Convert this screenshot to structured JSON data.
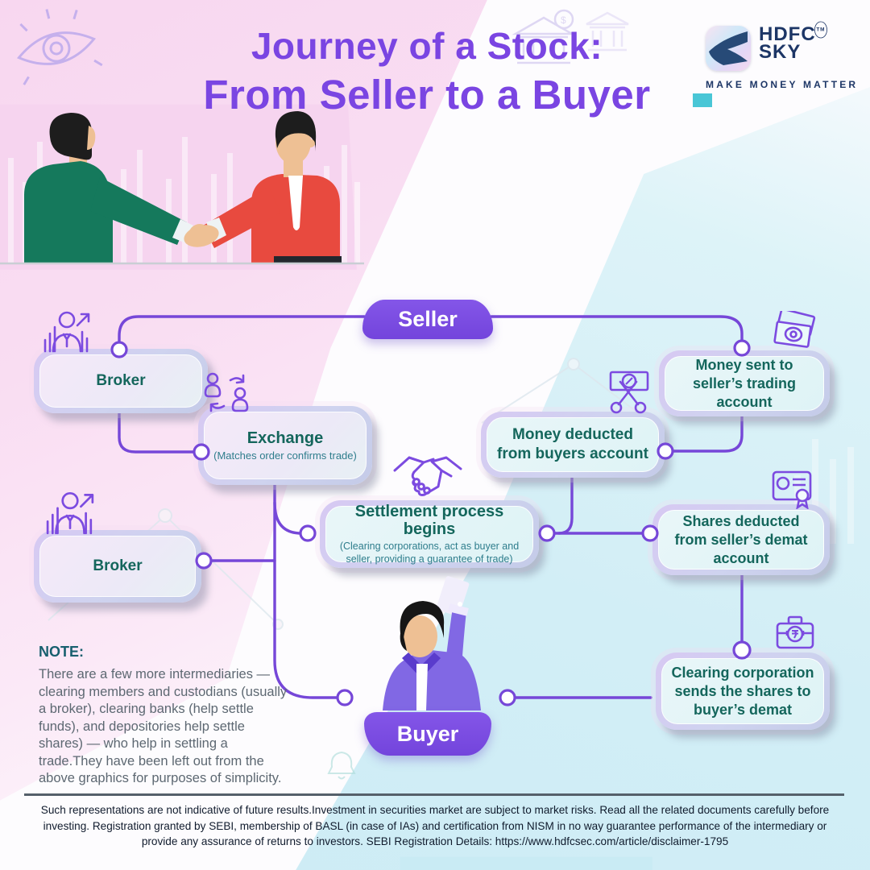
{
  "header": {
    "title_line1": "Journey of a Stock:",
    "title_line2": "From Seller to a Buyer",
    "logo": {
      "name_line1": "HDFC",
      "name_line2": "SKY",
      "trademark": "TM",
      "tagline": "MAKE MONEY MATTER"
    }
  },
  "flow": {
    "seller_label": "Seller",
    "buyer_label": "Buyer",
    "broker1": {
      "label": "Broker"
    },
    "exchange": {
      "label": "Exchange",
      "sub": "(Matches order confirms trade)"
    },
    "money_sent": {
      "label": "Money sent to seller’s trading account"
    },
    "money_deducted": {
      "label": "Money deducted from buyers account"
    },
    "settlement": {
      "label": "Settlement process begins",
      "sub": "(Clearing corporations, act as buyer and seller, providing a guarantee of trade)"
    },
    "shares_deducted": {
      "label": "Shares deducted from seller’s demat account"
    },
    "broker2": {
      "label": "Broker"
    },
    "clearing": {
      "label": "Clearing corporation sends the shares to buyer’s demat"
    }
  },
  "note": {
    "heading": "NOTE:",
    "body": "There are a few more intermediaries — clearing members and custodians (usually a broker), clearing banks (help settle funds), and depositories help settle shares) — who help in settling a trade.They have been left out from the above graphics for purposes of simplicity."
  },
  "footer": {
    "disclaimer": "Such representations are not indicative of future results.Investment in securities market are subject to market risks. Read all the related documents  carefully before investing. Registration granted by SEBI, membership of BASL (in case of IAs) and certification from NISM in no way guarantee performance of the intermediary or provide any assurance of returns to investors.  SEBI Registration Details: https://www.hdfcsec.com/article/disclaimer-1795"
  },
  "colors": {
    "accent_purple": "#7a45e2",
    "line_purple": "#7647d8",
    "node_text_teal": "#14665c",
    "node_sub_teal": "#2e7d8c",
    "navy": "#1d3666",
    "pink_bg": "#f8d7f0",
    "cyan_bg": "#d2eef6"
  }
}
